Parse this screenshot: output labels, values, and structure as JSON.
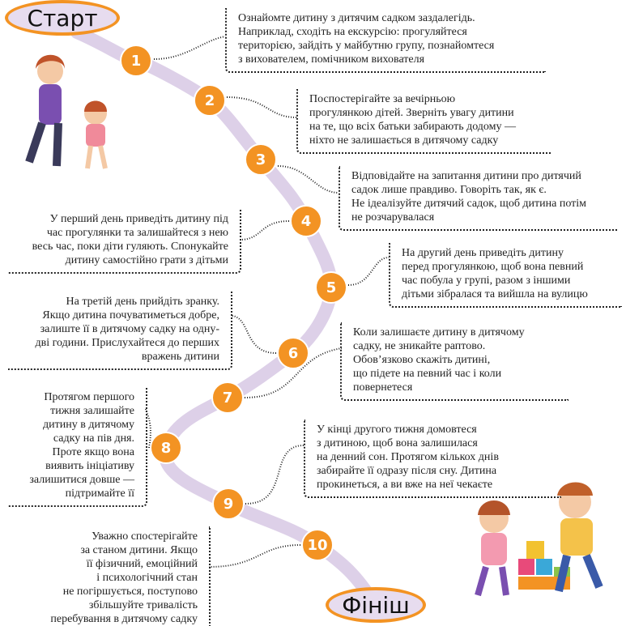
{
  "start_label": "Старт",
  "finish_label": "Фініш",
  "colors": {
    "accent": "#f39323",
    "road": "#ddd0e8"
  },
  "steps": [
    {
      "num": "1",
      "text": "Ознайомте дитину з дитячим садком заздалегідь.\nНаприклад, сходіть на екскурсію: прогуляйтеся\nтериторією, зайдіть у майбутню групу, познайомтеся\nз вихователем, помічником вихователя"
    },
    {
      "num": "2",
      "text": "Поспостерігайте за вечірньою\nпрогулянкою дітей. Зверніть увагу дитини\nна те, що всіх батьки забирають додому —\nніхто не залишається в дитячому садку"
    },
    {
      "num": "3",
      "text": "Відповідайте на запитання дитини про дитячий\nсадок лише правдиво. Говоріть так, як є.\nНе ідеалізуйте дитячий садок, щоб дитина потім\nне розчарувалася"
    },
    {
      "num": "4",
      "text": "У перший день приведіть дитину під\nчас прогулянки та залишайтеся з нею\nвесь час, поки діти гуляють. Спонукайте\nдитину самостійно грати з дітьми"
    },
    {
      "num": "5",
      "text": "На другий день приведіть дитину\nперед прогулянкою, щоб вона певний\nчас побула у групі, разом з іншими\nдітьми зібралася та вийшла на вулицю"
    },
    {
      "num": "6",
      "text": "На третій день прийдіть зранку.\nЯкщо дитина почуватиметься добре,\nзалиште її в дитячому садку на одну-\nдві години. Прислухайтеся до перших\nвражень дитини"
    },
    {
      "num": "7",
      "text": "Коли залишаєте дитину в дитячому\nсадку, не зникайте раптово.\nОбов’язково скажіть дитині,\nщо підете на певний час і коли\nповернетеся"
    },
    {
      "num": "8",
      "text": "Протягом першого\nтижня залишайте\nдитину в дитячому\nсадку на пів дня.\nПроте якщо вона\nвиявить ініціативу\nзалишитися довше —\nпідтримайте її"
    },
    {
      "num": "9",
      "text": "У кінці другого тижня домовтеся\nз дитиною, щоб вона залишилася\nна денний сон. Протягом кількох днів\nзабирайте її одразу після сну. Дитина\nпрокинеться, а ви вже на неї чекаєте"
    },
    {
      "num": "10",
      "text": "Уважно спостерігайте\nза станом дитини. Якщо\nїї фізичний, емоційний\nі психологічний стан\nне погіршується, поступово\nзбільшуйте тривалість\nперебування в дитячому садку"
    }
  ]
}
